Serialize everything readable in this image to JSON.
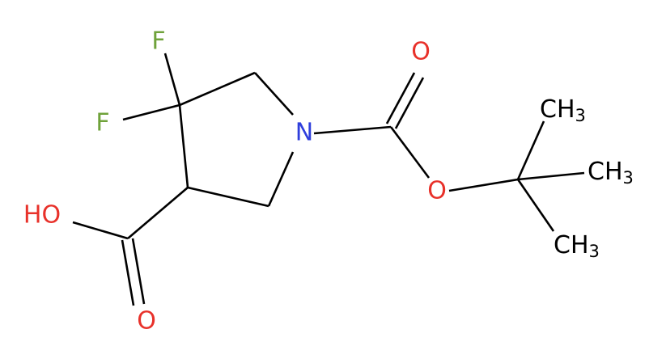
{
  "colors": {
    "carbon_bond": "#000000",
    "fluorine": "#6fa23a",
    "oxygen": "#e8312a",
    "nitrogen": "#2f3fdc",
    "hydrogen_carbon_label": "#000000"
  },
  "atoms": {
    "f_top": "F",
    "f_left": "F",
    "nitrogen": "N",
    "o_carbonyl_top": "O",
    "o_ester": "O",
    "hydroxyl": "HO",
    "o_carbonyl_bottom": "O",
    "methyl_1": {
      "base": "CH",
      "sub": "3"
    },
    "methyl_2": {
      "base": "CH",
      "sub": "3"
    },
    "methyl_3": {
      "base": "CH",
      "sub": "3"
    }
  }
}
